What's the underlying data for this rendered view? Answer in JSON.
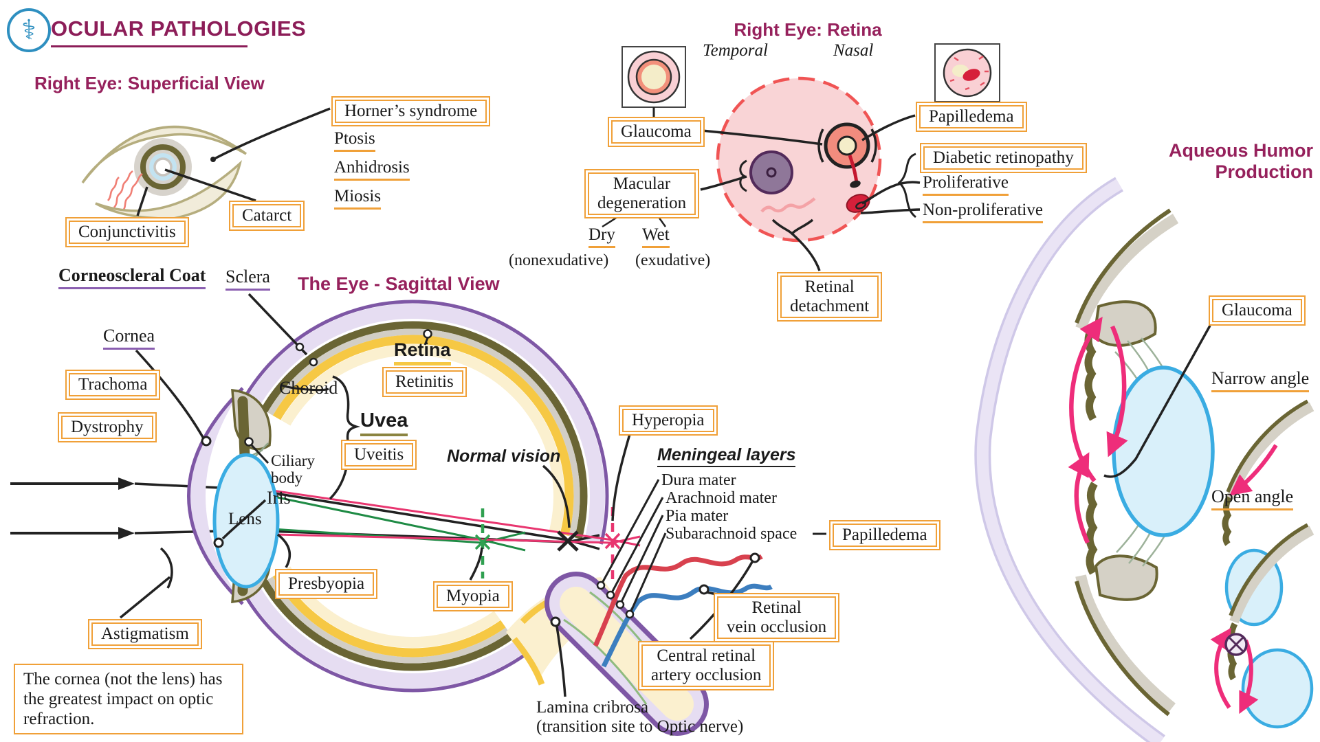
{
  "header": {
    "title": "OCULAR PATHOLOGIES",
    "logo_icon": "staff-of-asclepius-icon",
    "logo_glyph": "⚕"
  },
  "superficial": {
    "heading": "Right Eye: Superficial View",
    "horners": "Horner’s syndrome",
    "ptosis": "Ptosis",
    "anhidrosis": "Anhidrosis",
    "miosis": "Miosis",
    "cataract": "Catarct",
    "conjunctivitis": "Conjunctivitis"
  },
  "retina_view": {
    "heading": "Right Eye: Retina",
    "temporal": "Temporal",
    "nasal": "Nasal",
    "glaucoma": "Glaucoma",
    "macular_degeneration_line1": "Macular",
    "macular_degeneration_line2": "degeneration",
    "dry": "Dry",
    "dry_sub": "(nonexudative)",
    "wet": "Wet",
    "wet_sub": "(exudative)",
    "papilledema": "Papilledema",
    "diabetic_retinopathy": "Diabetic retinopathy",
    "proliferative": "Proliferative",
    "non_proliferative": "Non-proliferative",
    "retinal_detachment_line1": "Retinal",
    "retinal_detachment_line2": "detachment"
  },
  "sagittal": {
    "heading": "The Eye - Sagittal View",
    "corneoscleral_coat": "Corneoscleral Coat",
    "sclera": "Sclera",
    "cornea": "Cornea",
    "trachoma": "Trachoma",
    "dystrophy": "Dystrophy",
    "choroid": "Choroid",
    "ciliary_line1": "Ciliary",
    "ciliary_line2": "body",
    "iris": "Iris",
    "uvea": "Uvea",
    "uveitis": "Uveitis",
    "retina": "Retina",
    "retinitis": "Retinitis",
    "lens": "Lens",
    "normal_vision": "Normal vision",
    "myopia": "Myopia",
    "presbyopia": "Presbyopia",
    "astigmatism": "Astigmatism",
    "hyperopia": "Hyperopia",
    "meningeal_heading": "Meningeal layers",
    "dura": "Dura mater",
    "arachnoid": "Arachnoid mater",
    "pia": "Pia mater",
    "subarachnoid": "Subarachnoid space",
    "papilledema": "Papilledema",
    "vein_occlusion_line1": "Retinal",
    "vein_occlusion_line2": "vein occlusion",
    "artery_occlusion_line1": "Central retinal",
    "artery_occlusion_line2": "artery occlusion",
    "lamina_line1": "Lamina cribrosa",
    "lamina_line2": "(transition site to Optic nerve)",
    "note": "The cornea (not the lens) has the greatest impact on optic refraction."
  },
  "aqueous": {
    "heading_line1": "Aqueous Humor",
    "heading_line2": "Production",
    "glaucoma": "Glaucoma",
    "narrow_angle": "Narrow angle",
    "open_angle": "Open angle"
  },
  "colors": {
    "accent_magenta": "#8C1D58",
    "box_orange": "#F0A038",
    "underline_purple": "#8A5EB0",
    "sclera_purple": "#7E57A5",
    "sclera_lavender": "#E6DDF2",
    "choroid_olive": "#6A6534",
    "retina_yellow": "#F6C844",
    "retina_pale": "#FBF0CF",
    "lens_blue": "#3AACE2",
    "lens_fill": "#D9F0FA",
    "ray_green": "#1F8B45",
    "ray_pink": "#E8356F",
    "fundus_pink": "#F9D4D6",
    "fundus_dash_red": "#F05454",
    "macula_purple": "#8F7799",
    "disc_salmon": "#F28C7E",
    "blood_red": "#D6203A",
    "artery_red": "#D8414E",
    "vein_blue": "#3C7EBF",
    "flow_pink": "#EE2D7A",
    "logo_blue": "#2E8FC0"
  }
}
